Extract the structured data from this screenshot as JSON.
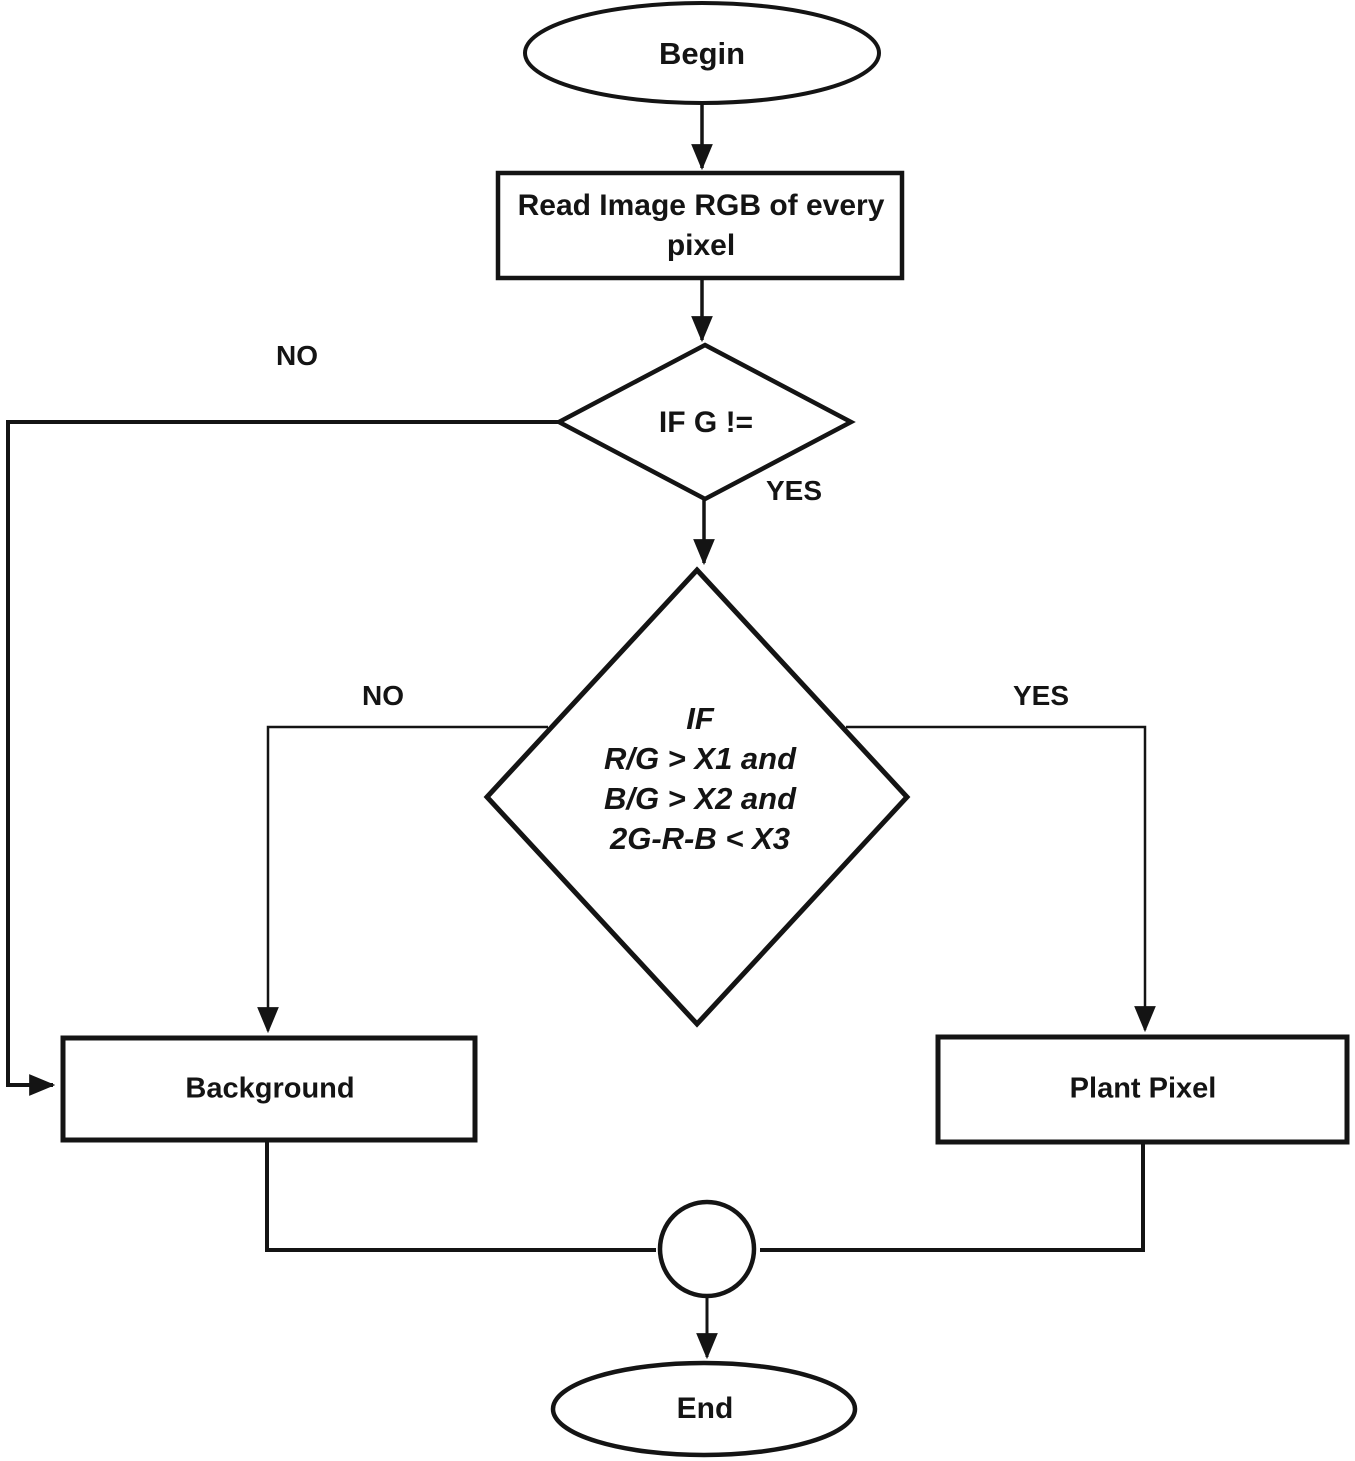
{
  "canvas": {
    "background": "#ffffff",
    "stroke_color": "#141414"
  },
  "nodes": {
    "begin": {
      "type": "terminator",
      "label": "Begin"
    },
    "read_pixels": {
      "type": "process",
      "label": "Read Image RGB of every pixel"
    },
    "decision_g": {
      "type": "decision",
      "label": "IF G !="
    },
    "decision_rgb": {
      "type": "decision",
      "lines": [
        "IF",
        "R/G > X1 and",
        "B/G > X2 and",
        "2G-R-B < X3"
      ]
    },
    "background": {
      "type": "process",
      "label": "Background"
    },
    "plant_pixel": {
      "type": "process",
      "label": "Plant Pixel"
    },
    "connector": {
      "type": "junction-circle",
      "label": ""
    },
    "end": {
      "type": "terminator",
      "label": "End"
    }
  },
  "edge_labels": {
    "decision_g_no": "NO",
    "decision_g_yes": "YES",
    "decision_rgb_no": "NO",
    "decision_rgb_yes": "YES"
  }
}
